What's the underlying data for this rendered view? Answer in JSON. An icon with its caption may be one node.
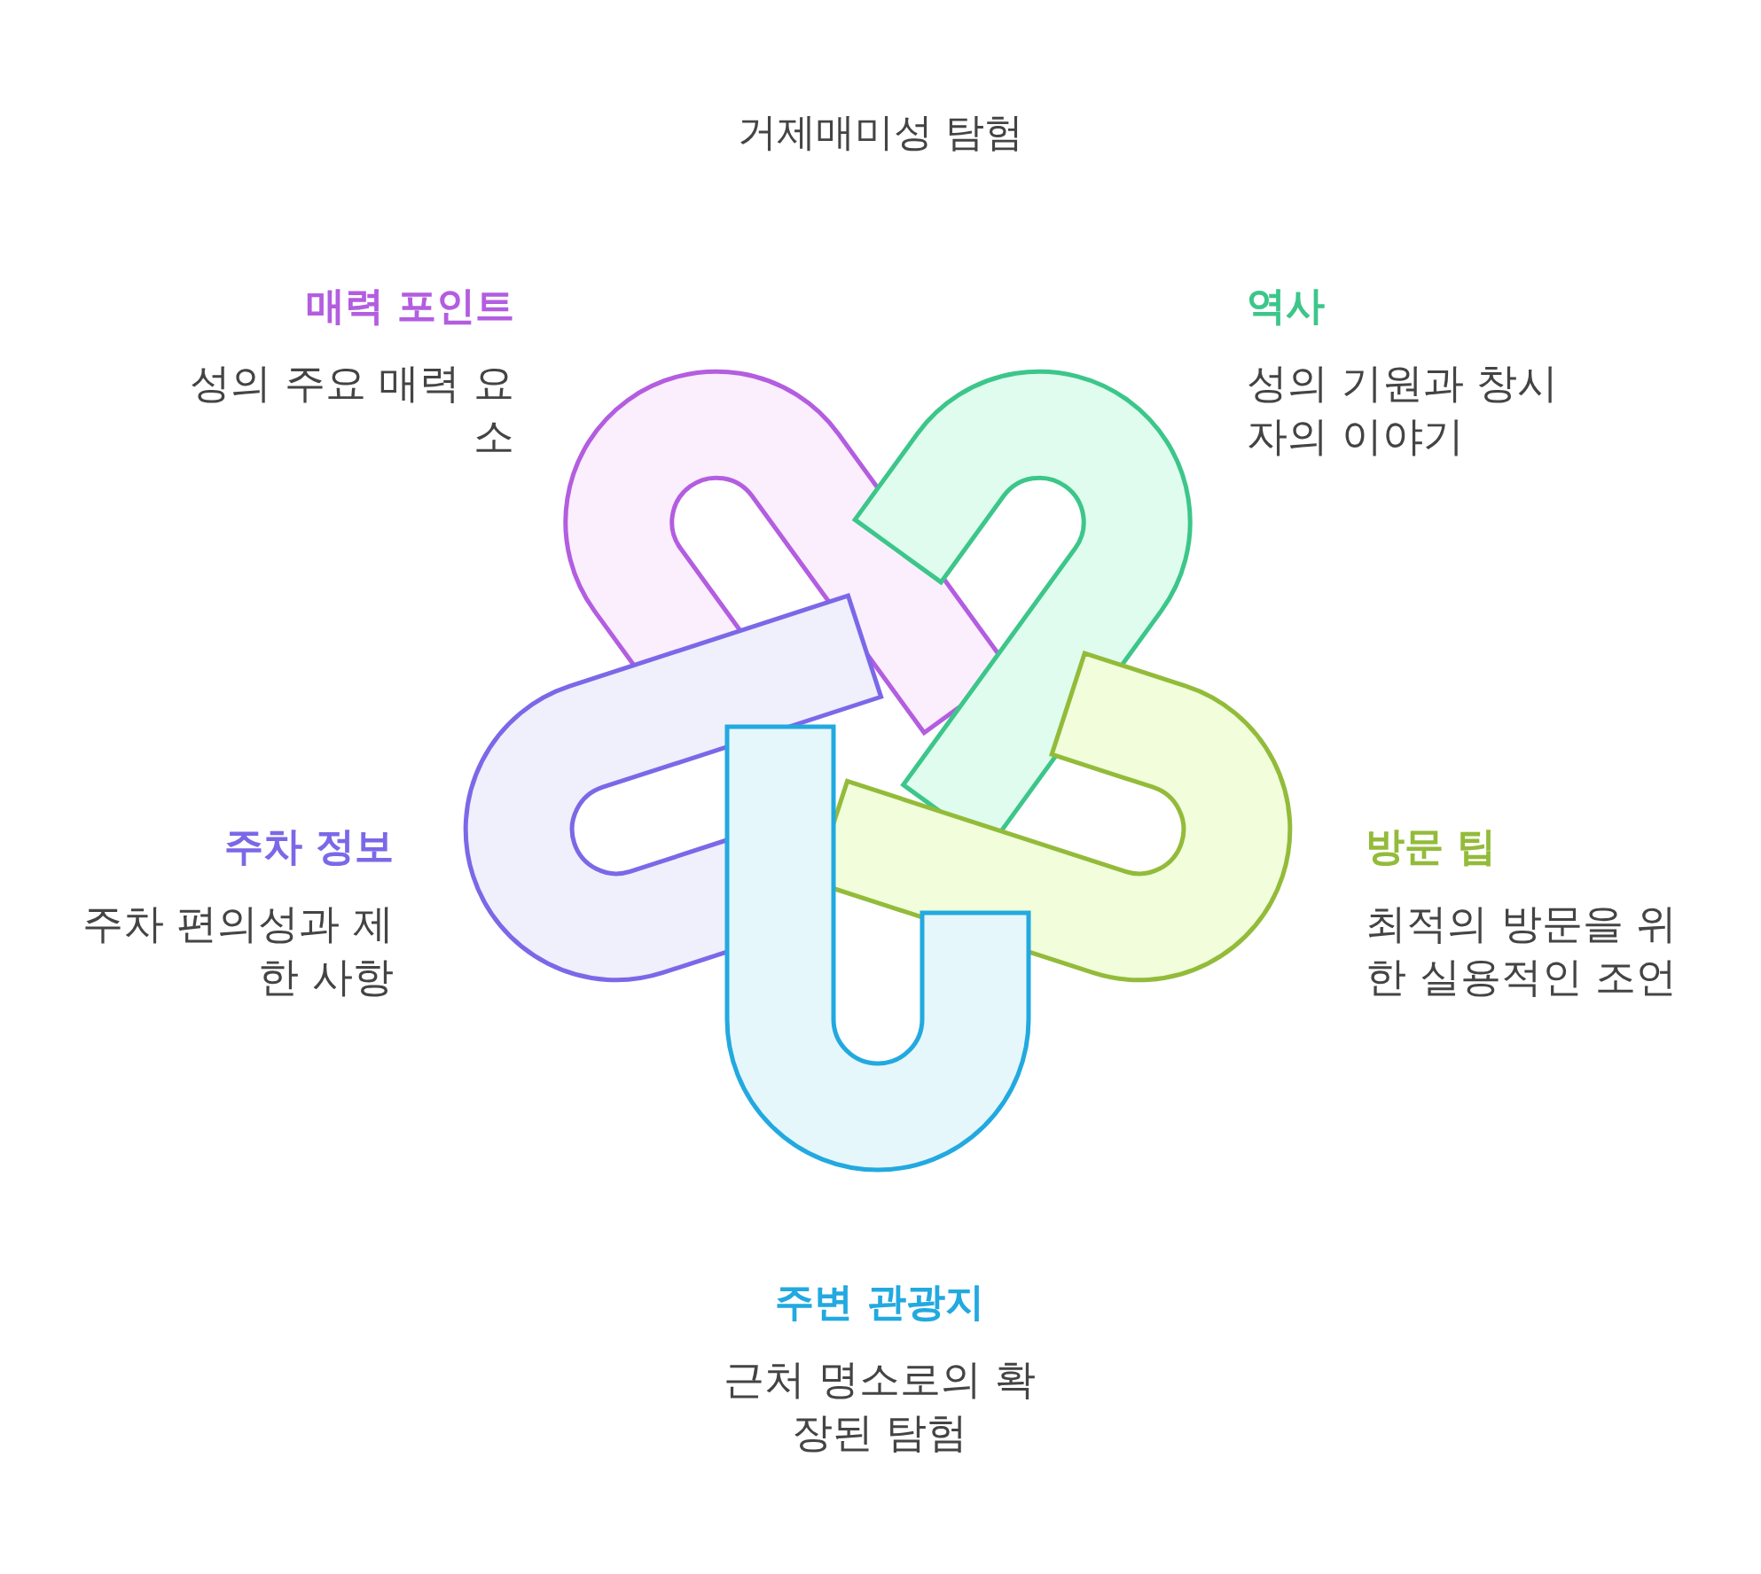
{
  "diagram": {
    "title": "거제매미성 탐험",
    "nodes": [
      {
        "text": [
          "매력 포인트",
          "성의 주요 매력 요소"
        ]
      },
      {
        "text": [
          "역사",
          "성의 기원과 창시자의 이야기"
        ]
      },
      {
        "text": [
          "주차 정보",
          "주차 편의성과 제한 사항"
        ]
      },
      {
        "text": [
          "방문 팁",
          "최적의 방문을 위한 실용적인 조언"
        ]
      },
      {
        "text": [
          "주변 관광지",
          "근처 명소로의 확장된 탐험"
        ]
      }
    ],
    "edges": []
  }
}
